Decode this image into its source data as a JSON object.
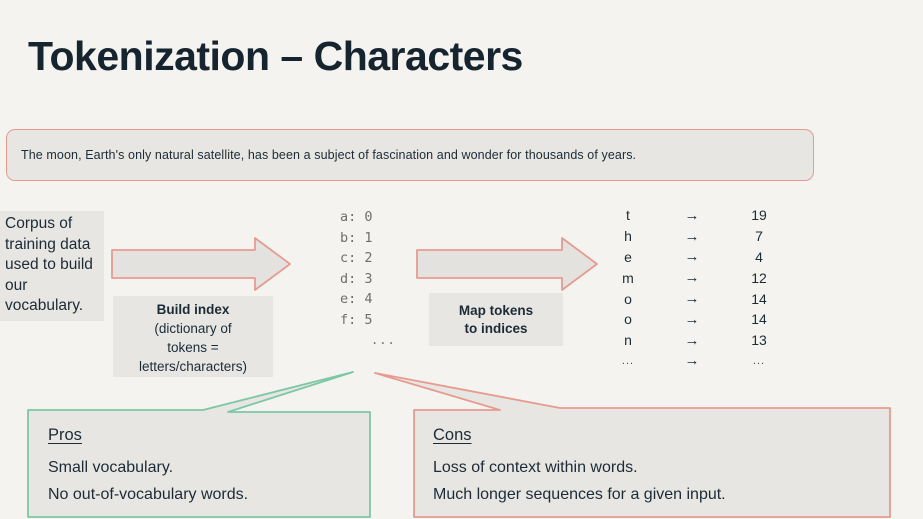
{
  "slide": {
    "title": "Tokenization – Characters",
    "background_color": "#f4f3ef",
    "box_fill_color": "#e7e6e3",
    "accent_red": "#e79b90",
    "accent_green": "#7cc7a4",
    "text_color": "#1c2b36"
  },
  "sentence": {
    "text": "The moon, Earth's only natural satellite, has been a subject of fascination and wonder for thousands of years."
  },
  "corpus": {
    "text": "Corpus of training data used to build our vocabulary."
  },
  "build_index_caption": {
    "lines": [
      "Build index",
      "(dictionary of",
      "tokens =",
      "letters/characters)"
    ]
  },
  "map_tokens_caption": {
    "lines": [
      "Map tokens",
      "to indices"
    ]
  },
  "char_index": {
    "rows": [
      {
        "char": "a",
        "index": "0"
      },
      {
        "char": "b",
        "index": "1"
      },
      {
        "char": "c",
        "index": "2"
      },
      {
        "char": "d",
        "index": "3"
      },
      {
        "char": "e",
        "index": "4"
      },
      {
        "char": "f",
        "index": "5"
      }
    ],
    "ellipsis": "..."
  },
  "token_map": {
    "arrow": "→",
    "rows": [
      {
        "token": "t",
        "index": "19"
      },
      {
        "token": "h",
        "index": "7"
      },
      {
        "token": "e",
        "index": "4"
      },
      {
        "token": "m",
        "index": "12"
      },
      {
        "token": "o",
        "index": "14"
      },
      {
        "token": "o",
        "index": "14"
      },
      {
        "token": "n",
        "index": "13"
      }
    ],
    "ellipsis_token": "...",
    "ellipsis_index": "..."
  },
  "pros": {
    "heading": "Pros",
    "lines": [
      "Small vocabulary.",
      "No out-of-vocabulary words."
    ]
  },
  "cons": {
    "heading": "Cons",
    "lines": [
      "Loss of context within words.",
      "Much longer sequences for a given input."
    ]
  }
}
